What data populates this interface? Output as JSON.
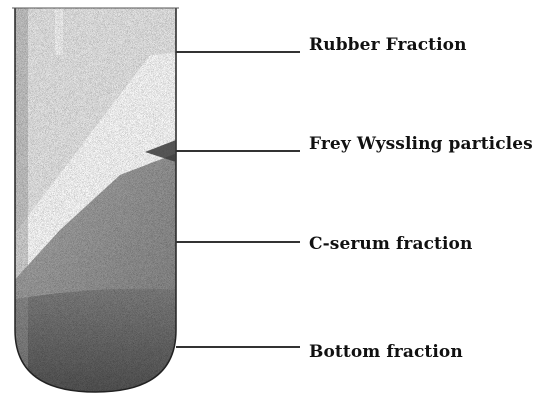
{
  "labels": {
    "rubber": "Rubber Fraction",
    "frey": "Frey Wyssling particles",
    "cserum": "C-serum fraction",
    "bottom": "Bottom fraction"
  },
  "colors": {
    "rubber_layer": "#e8e8e8",
    "frey_layer": "#f6f6f6",
    "cserum_layer": "#8e8e8e",
    "bottom_layer": "#6a6a6a",
    "outline": "#222222",
    "leader_line": "#333333"
  }
}
